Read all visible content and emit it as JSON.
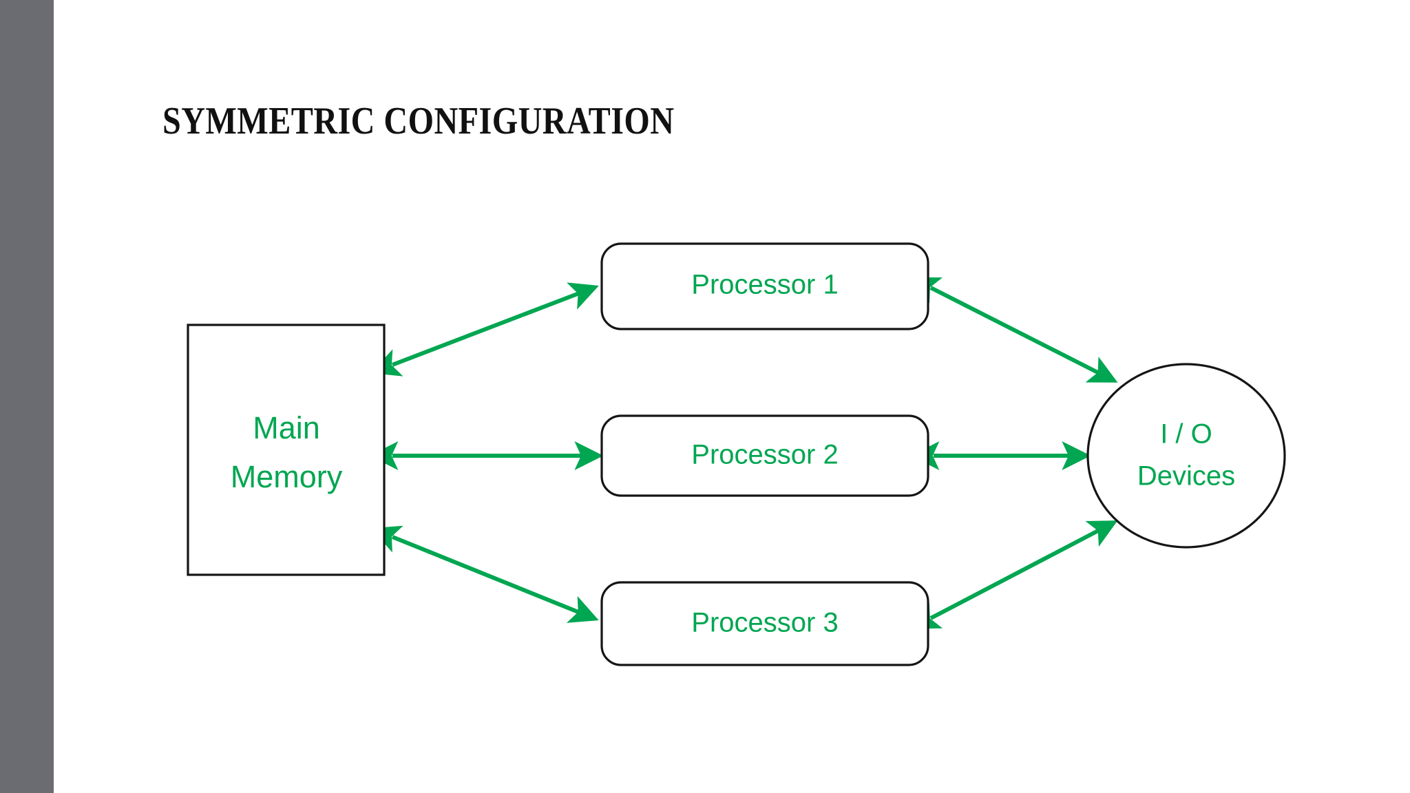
{
  "slide": {
    "title": "SYMMETRIC CONFIGURATION",
    "background_color": "#FFFFFF",
    "accent_bar_color": "#6B6B72",
    "node_text_color": "#00A651",
    "connector_color": "#00A651",
    "node_border_color": "#151515"
  },
  "nodes": {
    "memory": {
      "label_line1": "Main",
      "label_line2": "Memory",
      "shape": "rectangle"
    },
    "processor1": {
      "label": "Processor 1",
      "shape": "rounded-rectangle"
    },
    "processor2": {
      "label": "Processor 2",
      "shape": "rounded-rectangle"
    },
    "processor3": {
      "label": "Processor 3",
      "shape": "rounded-rectangle"
    },
    "io": {
      "label_line1": "I / O",
      "label_line2": "Devices",
      "shape": "circle"
    }
  },
  "connectors": [
    {
      "id": "mem-p1",
      "from": "Main Memory",
      "to": "Processor 1",
      "style": "double-arrow"
    },
    {
      "id": "mem-p2",
      "from": "Main Memory",
      "to": "Processor 2",
      "style": "double-arrow"
    },
    {
      "id": "mem-p3",
      "from": "Main Memory",
      "to": "Processor 3",
      "style": "double-arrow"
    },
    {
      "id": "p1-io",
      "from": "Processor 1",
      "to": "I / O Devices",
      "style": "double-arrow"
    },
    {
      "id": "p2-io",
      "from": "Processor 2",
      "to": "I / O Devices",
      "style": "double-arrow"
    },
    {
      "id": "p3-io",
      "from": "Processor 3",
      "to": "I / O Devices",
      "style": "double-arrow"
    }
  ]
}
